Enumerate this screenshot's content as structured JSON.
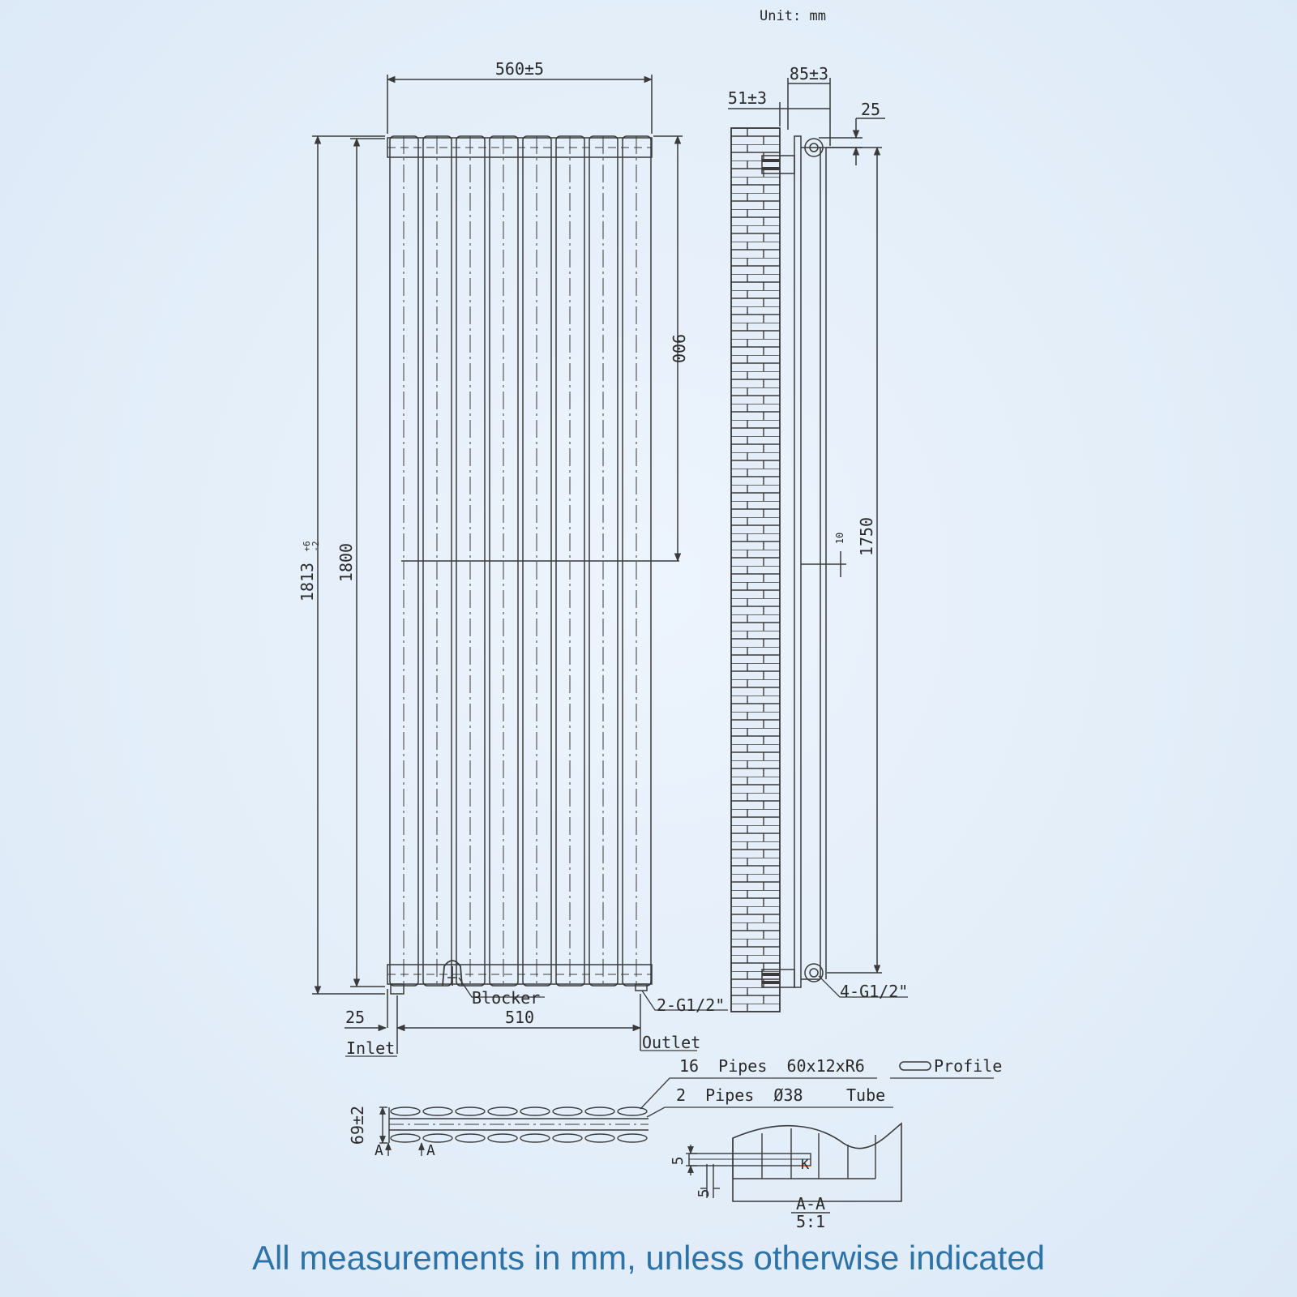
{
  "unit_note": "Unit: mm",
  "front_view": {
    "width_overall": "560±5",
    "height_overall": "1813",
    "height_tol_upper": "+6",
    "height_tol_lower": "-2",
    "height_nominal": "1800",
    "mid_height": "900",
    "inlet_offset": "25",
    "center_distance": "510",
    "blocker": "Blocker",
    "connection": "2-G1/2\"",
    "inlet": "Inlet",
    "outlet": "Outlet"
  },
  "side_view": {
    "depth_overall": "85±3",
    "wall_to_panel": "51±3",
    "top_offset": "25",
    "bracket_spacing": "1750",
    "bracket_gap": "10",
    "connection": "4-G1/2\""
  },
  "section_notes": {
    "pipes_profile": "16  Pipes  60x12xR6",
    "profile_label": "Profile",
    "pipes_tube": "2  Pipes  Ø38",
    "tube_label": "Tube",
    "depth": "69±2",
    "section_mark": "A"
  },
  "detail": {
    "dim_a": "5",
    "dim_b": "5",
    "weld_mark": "K",
    "section_name": "A-A",
    "scale": "5:1"
  },
  "footer": "All measurements in mm, unless otherwise indicated",
  "colors": {
    "line": "#3a3a3a",
    "background": "#e6eff9",
    "footer_text": "#2d73a8"
  }
}
